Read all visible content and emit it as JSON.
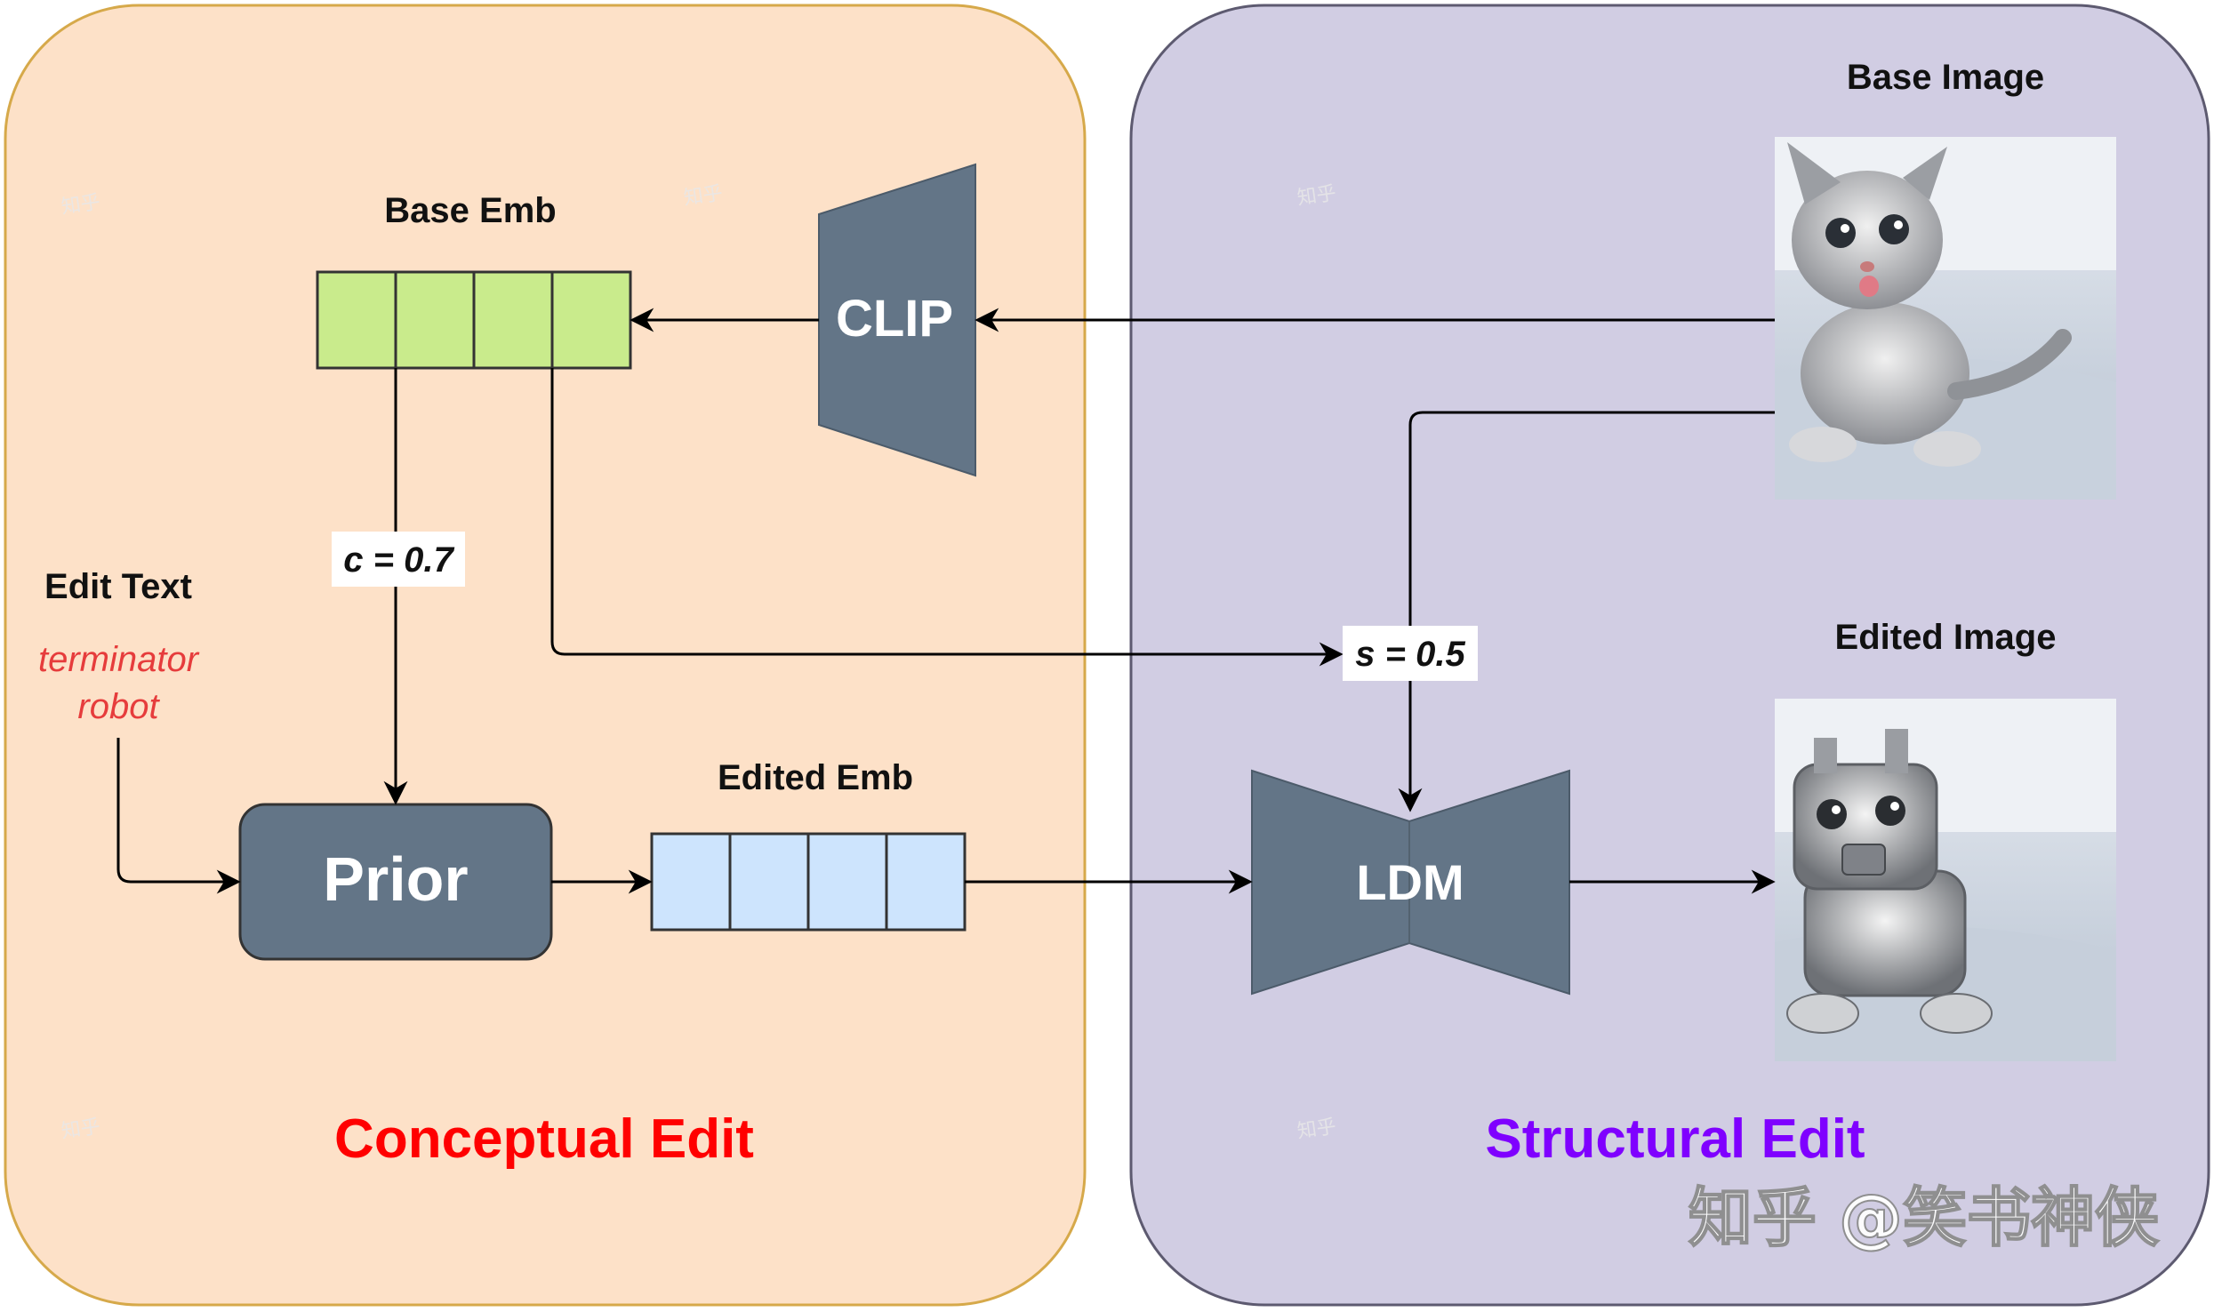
{
  "panels": {
    "conceptual": {
      "title": "Conceptual Edit",
      "title_color": "#ff0000",
      "fill": "#fde1c8",
      "stroke": "#d6a94a"
    },
    "structural": {
      "title": "Structural Edit",
      "title_color": "#7f00ff",
      "fill": "#d1cde3",
      "stroke": "#5d5a70"
    }
  },
  "labels": {
    "base_emb": "Base Emb",
    "edited_emb": "Edited Emb",
    "edit_text": "Edit Text",
    "edit_text_line1": "terminator",
    "edit_text_line2": "robot",
    "base_image": "Base Image",
    "edited_image": "Edited Image",
    "c_value": "c = 0.7",
    "s_value": "s = 0.5"
  },
  "blocks": {
    "clip": "CLIP",
    "prior": "Prior",
    "ldm": "LDM"
  },
  "colors": {
    "block": "#637587",
    "base_emb_cell": "#c9eb8c",
    "edited_emb_cell": "#cde4fd",
    "edit_text_red": "#e63c3c"
  },
  "watermark": "知乎 @笑书神侠"
}
